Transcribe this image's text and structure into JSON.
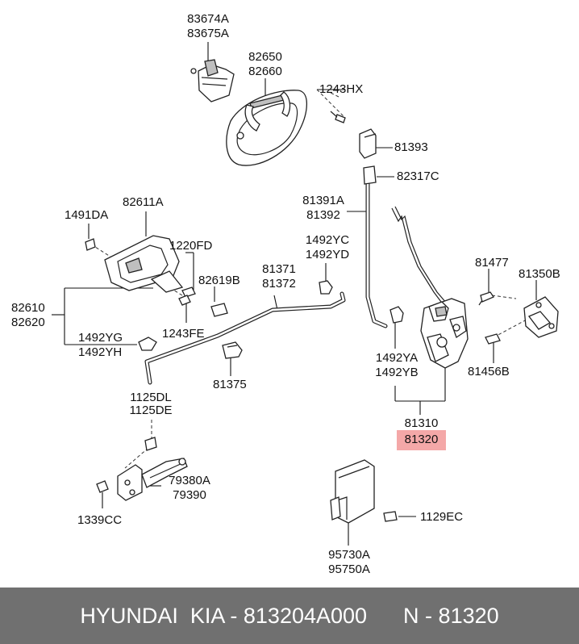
{
  "labels": {
    "p83674a": "83674A",
    "p83675a": "83675A",
    "p82650": "82650",
    "p82660": "82660",
    "p1243hx": "1243HX",
    "p81393": "81393",
    "p82317c": "82317C",
    "p81391a": "81391A",
    "p81392": "81392",
    "p82611a": "82611A",
    "p1491da": "1491DA",
    "p1220fd": "1220FD",
    "p1492yc": "1492YC",
    "p1492yd": "1492YD",
    "p81371": "81371",
    "p81372": "81372",
    "p82619b": "82619B",
    "p81477": "81477",
    "p81350b": "81350B",
    "p82610": "82610",
    "p82620": "82620",
    "p1492yg": "1492YG",
    "p1492yh": "1492YH",
    "p1243fe": "1243FE",
    "p81375": "81375",
    "p1492ya": "1492YA",
    "p1492yb": "1492YB",
    "p81456b": "81456B",
    "p81310": "81310",
    "p81320": "81320",
    "p1125dl": "1125DL",
    "p1125de": "1125DE",
    "p79380a": "79380A",
    "p79390": "79390",
    "p1339cc": "1339CC",
    "p1129ec": "1129EC",
    "p95730a": "95730A",
    "p95750a": "95750A"
  },
  "highlight_color": "#f4a8a8",
  "footer": {
    "text": "HYUNDAI  KIA - 813204A000      N - 81320",
    "background": "#707070",
    "color": "#ffffff"
  }
}
